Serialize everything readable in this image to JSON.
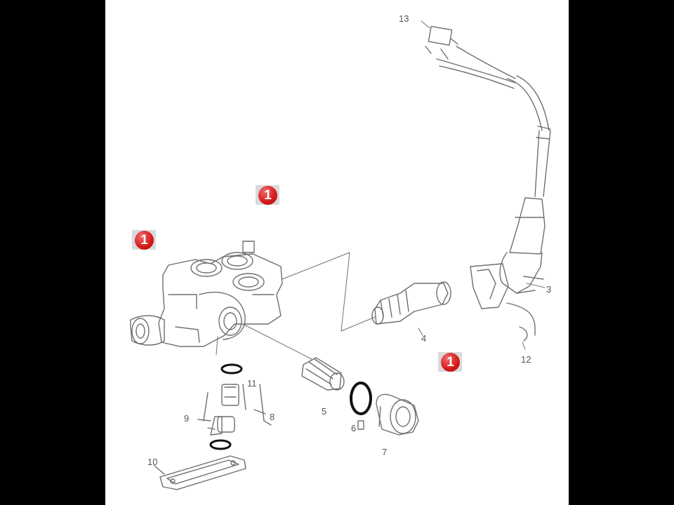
{
  "diagram": {
    "part_labels": [
      "13",
      "3",
      "4",
      "12",
      "11",
      "8",
      "9",
      "5",
      "6",
      "7",
      "10"
    ],
    "badge_text": "1",
    "colors": {
      "background": "#000000",
      "canvas": "#ffffff",
      "line": "#6f6f6f",
      "badge": "#d81e1e",
      "label": "#555555"
    }
  }
}
